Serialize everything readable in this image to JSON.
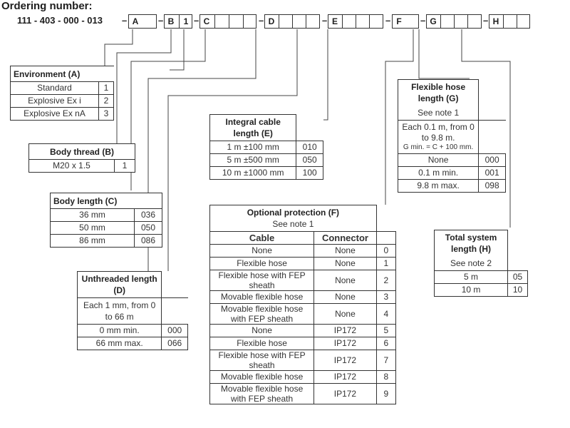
{
  "header": {
    "title": "Ordering number:",
    "code_prefix": "111 - 403 - 000 - 013",
    "letters": [
      "A",
      "B",
      "1",
      "C",
      "D",
      "E",
      "F",
      "G",
      "H"
    ]
  },
  "environment": {
    "title": "Environment (A)",
    "rows": [
      {
        "label": "Standard",
        "code": "1"
      },
      {
        "label": "Explosive Ex i",
        "code": "2"
      },
      {
        "label": "Explosive Ex nA",
        "code": "3"
      }
    ]
  },
  "body_thread": {
    "title": "Body thread (B)",
    "rows": [
      {
        "label": "M20 x 1.5",
        "code": "1"
      }
    ]
  },
  "body_length": {
    "title": "Body length (C)",
    "rows": [
      {
        "label": "36 mm",
        "code": "036"
      },
      {
        "label": "50 mm",
        "code": "050"
      },
      {
        "label": "86 mm",
        "code": "086"
      }
    ]
  },
  "unthreaded": {
    "title": "Unthreaded length (D)",
    "note": "Each 1 mm, from 0 to 66 m",
    "rows": [
      {
        "label": "0 mm min.",
        "code": "000"
      },
      {
        "label": "66 mm max.",
        "code": "066"
      }
    ]
  },
  "integral_cable": {
    "title": "Integral cable length (E)",
    "rows": [
      {
        "label": "1 m ±100 mm",
        "code": "010"
      },
      {
        "label": "5 m ±500 mm",
        "code": "050"
      },
      {
        "label": "10 m ±1000 mm",
        "code": "100"
      }
    ]
  },
  "optional_protection": {
    "title": "Optional protection (F)",
    "note": "See note 1",
    "col_cable": "Cable",
    "col_connector": "Connector",
    "rows": [
      {
        "cable": "None",
        "connector": "None",
        "code": "0"
      },
      {
        "cable": "Flexible hose",
        "connector": "None",
        "code": "1"
      },
      {
        "cable": "Flexible hose with FEP sheath",
        "connector": "None",
        "code": "2"
      },
      {
        "cable": "Movable flexible hose",
        "connector": "None",
        "code": "3"
      },
      {
        "cable": "Movable flexible hose with FEP sheath",
        "connector": "None",
        "code": "4"
      },
      {
        "cable": "None",
        "connector": "IP172",
        "code": "5"
      },
      {
        "cable": "Flexible hose",
        "connector": "IP172",
        "code": "6"
      },
      {
        "cable": "Flexible hose with FEP sheath",
        "connector": "IP172",
        "code": "7"
      },
      {
        "cable": "Movable flexible hose",
        "connector": "IP172",
        "code": "8"
      },
      {
        "cable": "Movable flexible hose with FEP sheath",
        "connector": "IP172",
        "code": "9"
      }
    ]
  },
  "flexible_hose": {
    "title": "Flexible hose length (G)",
    "note": "See note 1",
    "desc": "Each 0.1 m, from 0 to 9.8 m.",
    "small": "G min. = C + 100 mm.",
    "rows": [
      {
        "label": "None",
        "code": "000"
      },
      {
        "label": "0.1 m min.",
        "code": "001"
      },
      {
        "label": "9.8 m max.",
        "code": "098"
      }
    ]
  },
  "total_system": {
    "title": "Total system length (H)",
    "note": "See note 2",
    "rows": [
      {
        "label": "5 m",
        "code": "05"
      },
      {
        "label": "10 m",
        "code": "10"
      }
    ]
  }
}
